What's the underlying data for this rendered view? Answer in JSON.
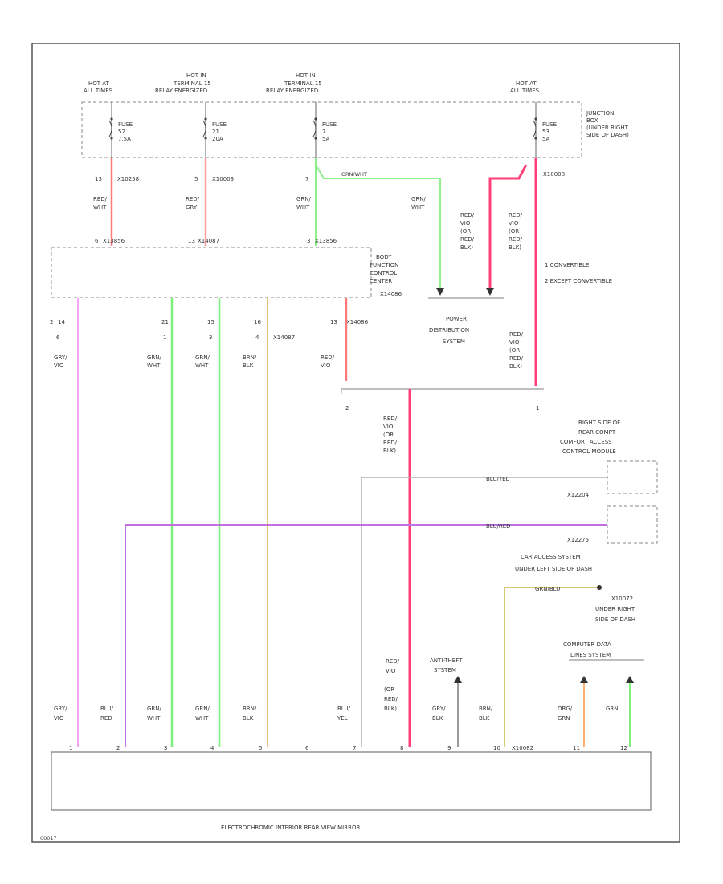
{
  "colors": {
    "red": "#ff6b6b",
    "pink_red": "#ff3f7a",
    "green": "#7ef07e",
    "violet": "#f4a4f4",
    "purple": "#c070e0",
    "tan": "#e8c07a",
    "olive": "#d4c870",
    "gray": "#9a9a9a",
    "orange": "#ffb070",
    "frame": "#555555",
    "dash": "#888888"
  },
  "fuses_header": {
    "hot_all_1": [
      "HOT AT",
      "ALL TIMES"
    ],
    "hot_15a": [
      "HOT IN",
      "TERMINAL 15",
      "RELAY ENERGIZED"
    ],
    "hot_15b": [
      "HOT IN",
      "TERMINAL 15",
      "RELAY ENERGIZED"
    ],
    "hot_all_2": [
      "HOT AT",
      "ALL TIMES"
    ]
  },
  "fuses": {
    "f1": [
      "FUSE",
      "52",
      "7.5A"
    ],
    "f2": [
      "FUSE",
      "21",
      "20A"
    ],
    "f3": [
      "FUSE",
      "7",
      "5A"
    ],
    "f4": [
      "FUSE",
      "53",
      "5A"
    ]
  },
  "junction_box": [
    "JUNCTION",
    "BOX",
    "(UNDER RIGHT",
    "SIDE OF DASH)"
  ],
  "top_pins": {
    "p1": "13",
    "c1": "X10258",
    "p2": "5",
    "c2": "X10003",
    "p3": "7",
    "c4": "X10008",
    "pink_label": "GRN/WHT"
  },
  "top_wires": {
    "w1": [
      "RED/",
      "WHT"
    ],
    "w2": [
      "RED/",
      "GRY"
    ],
    "w3": [
      "GRN/",
      "WHT"
    ],
    "w4": [
      "GRN/",
      "WHT"
    ],
    "w5": [
      "RED/",
      "VIO",
      "(OR",
      "RED/",
      "BLK)"
    ],
    "w6": [
      "RED/",
      "VIO",
      "(OR",
      "RED/",
      "BLK)"
    ]
  },
  "rfcc": {
    "title": [
      "BODY",
      "FUNCTION",
      "CONTROL",
      "CENTER"
    ],
    "c_top1": "X13856",
    "c_top2": "X14087",
    "c_top3": "X13856",
    "c_right": "X14086",
    "pins_top": [
      "6",
      "13",
      "3"
    ],
    "pins_bottom": [
      "2",
      "14",
      "6",
      "21",
      "1",
      "15",
      "3",
      "16",
      "4",
      "X14087",
      "13"
    ]
  },
  "notes": [
    "1 CONVERTIBLE",
    "2 EXCEPT CONVERTIBLE"
  ],
  "power_dist": [
    "POWER",
    "DISTRIBUTION",
    "SYSTEM"
  ],
  "pd_pins": [
    "2",
    "1"
  ],
  "mid_wires": {
    "m1": [
      "GRY/",
      "VIO"
    ],
    "m2": [
      "GRN/",
      "WHT"
    ],
    "m3": [
      "GRN/",
      "WHT"
    ],
    "m4": [
      "BRN/",
      "BLK"
    ],
    "m5": [
      "RED/",
      "VIO"
    ],
    "m6": [
      "RED/",
      "VIO",
      "(OR",
      "RED/",
      "BLK)"
    ],
    "m7": [
      "RED/",
      "VIO",
      "(OR",
      "RED/",
      "BLK)"
    ]
  },
  "comfort": {
    "title": [
      "RIGHT SIDE OF",
      "REAR COMPT",
      "COMFORT ACCESS",
      "CONTROL MODULE"
    ],
    "wire1": "BLU/YEL",
    "wire2": "BLU/RED",
    "c1": "X12204",
    "c2": "X12275"
  },
  "car_access": [
    "CAR ACCESS SYSTEM",
    "UNDER LEFT SIDE OF DASH"
  ],
  "splice": {
    "wire": "GRN/BLU",
    "label": [
      "X10072",
      "UNDER RIGHT",
      "SIDE OF DASH"
    ]
  },
  "data_link": [
    "COMPUTER DATA",
    "LINES SYSTEM"
  ],
  "anti_theft": [
    "ANTI-THEFT",
    "SYSTEM"
  ],
  "bottom_wires": [
    [
      "GRY/",
      "VIO"
    ],
    [
      "BLU/",
      "RED"
    ],
    [
      "GRN/",
      "WHT"
    ],
    [
      "GRN/",
      "WHT"
    ],
    [
      "BRN/",
      "BLK"
    ],
    [
      "BLU/",
      "YEL"
    ],
    [
      "RED/",
      "VIO",
      "(OR",
      "RED/",
      "BLK)"
    ],
    [
      "GRY/",
      "BLK"
    ],
    [
      "BRN/",
      "BLK"
    ],
    [
      "ORG/",
      "GRN"
    ],
    [
      "GRN"
    ]
  ],
  "mirror_pins": [
    "1",
    "2",
    "3",
    "4",
    "5",
    "6",
    "7",
    "8",
    "9",
    "10",
    "11",
    "12"
  ],
  "mirror_connector": "X10082",
  "mirror_title": "ELECTROCHROMIC INTERIOR REAR VIEW MIRROR",
  "corner_code": "00017"
}
